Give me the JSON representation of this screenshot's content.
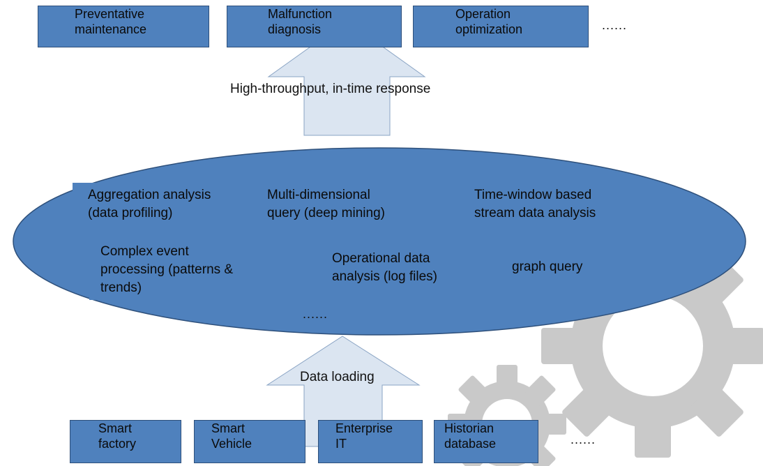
{
  "outputs": [
    {
      "label": "Preventative\nmaintenance"
    },
    {
      "label": "Malfunction\ndiagnosis"
    },
    {
      "label": "Operation\noptimization"
    }
  ],
  "outputs_more": "......",
  "upper_arrow_label": "High-throughput, in-time response",
  "analytics": {
    "items": [
      {
        "label": "Aggregation analysis\n(data profiling)"
      },
      {
        "label": "Multi-dimensional\nquery (deep mining)"
      },
      {
        "label": "Time-window  based\nstream data analysis"
      },
      {
        "label": "Complex event\nprocessing (patterns &\ntrends)"
      },
      {
        "label": "Operational data\nanalysis (log files)"
      },
      {
        "label": "graph query"
      }
    ],
    "more": "......"
  },
  "lower_arrow_label": "Data loading",
  "sources": [
    {
      "label": "Smart\nfactory"
    },
    {
      "label": "Smart\nVehicle"
    },
    {
      "label": "Enterprise\nIT"
    },
    {
      "label": "Historian\ndatabase"
    }
  ],
  "sources_more": "......",
  "colors": {
    "box_fill": "#4f81bd",
    "box_border": "#2d4f7a",
    "arrow_fill": "#dbe5f1",
    "gear": "#c9c9c9"
  },
  "icons": [
    "gear-icon-large",
    "gear-icon-small"
  ]
}
